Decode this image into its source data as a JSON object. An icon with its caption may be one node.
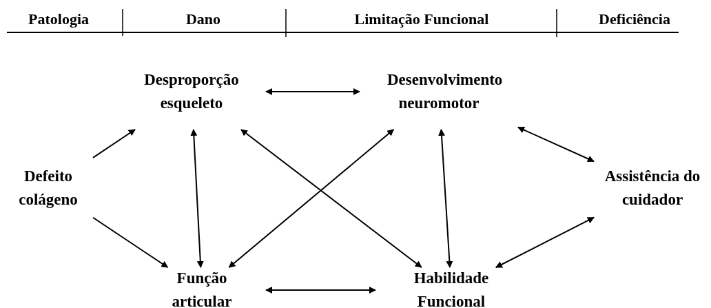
{
  "diagram": {
    "nodes": [
      {
        "text": [
          "Defeito colágeno"
        ]
      },
      {
        "text": [
          "Desproporção esqueleto"
        ]
      },
      {
        "text": [
          "Desenvolvimento neuromotor"
        ]
      },
      {
        "text": [
          "Função articular"
        ]
      },
      {
        "text": [
          "Habilidade Funcional"
        ]
      },
      {
        "text": [
          "Assistência do cuidador"
        ]
      }
    ],
    "edges": [
      {
        "from": 0,
        "to": 1,
        "arrow": "to"
      },
      {
        "from": 0,
        "to": 3,
        "arrow": "to"
      },
      {
        "from": 1,
        "to": 2,
        "arrow": "both"
      },
      {
        "from": 1,
        "to": 3,
        "arrow": "both"
      },
      {
        "from": 1,
        "to": 4,
        "arrow": "both"
      },
      {
        "from": 3,
        "to": 2,
        "arrow": "both"
      },
      {
        "from": 2,
        "to": 4,
        "arrow": "both"
      },
      {
        "from": 2,
        "to": 5,
        "arrow": "both"
      },
      {
        "from": 3,
        "to": 4,
        "arrow": "both"
      },
      {
        "from": 4,
        "to": 5,
        "arrow": "both"
      }
    ],
    "labels": [
      "Patologia",
      "Dano",
      "Limitação Funcional",
      "Deficiência"
    ]
  }
}
